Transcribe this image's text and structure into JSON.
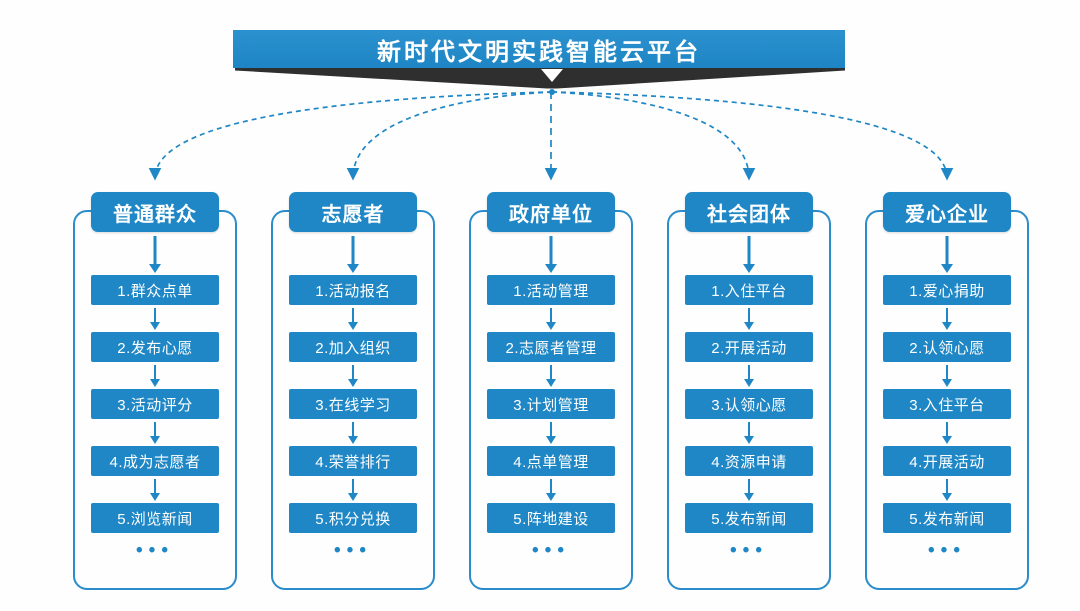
{
  "banner": {
    "title": "新时代文明实践智能云平台"
  },
  "colors": {
    "primary": "#1f87c6",
    "frame": "#2a8ccb",
    "ribbon_dark": "#2f2f2f",
    "background": "#fefefe"
  },
  "columns": [
    {
      "role": "普通群众",
      "steps": [
        "1.群众点单",
        "2.发布心愿",
        "3.活动评分",
        "4.成为志愿者",
        "5.浏览新闻"
      ],
      "more": "•••"
    },
    {
      "role": "志愿者",
      "steps": [
        "1.活动报名",
        "2.加入组织",
        "3.在线学习",
        "4.荣誉排行",
        "5.积分兑换"
      ],
      "more": "•••"
    },
    {
      "role": "政府单位",
      "steps": [
        "1.活动管理",
        "2.志愿者管理",
        "3.计划管理",
        "4.点单管理",
        "5.阵地建设"
      ],
      "more": "•••"
    },
    {
      "role": "社会团体",
      "steps": [
        "1.入住平台",
        "2.开展活动",
        "3.认领心愿",
        "4.资源申请",
        "5.发布新闻"
      ],
      "more": "•••"
    },
    {
      "role": "爱心企业",
      "steps": [
        "1.爱心捐助",
        "2.认领心愿",
        "3.入住平台",
        "4.开展活动",
        "5.发布新闻"
      ],
      "more": "•••"
    }
  ]
}
